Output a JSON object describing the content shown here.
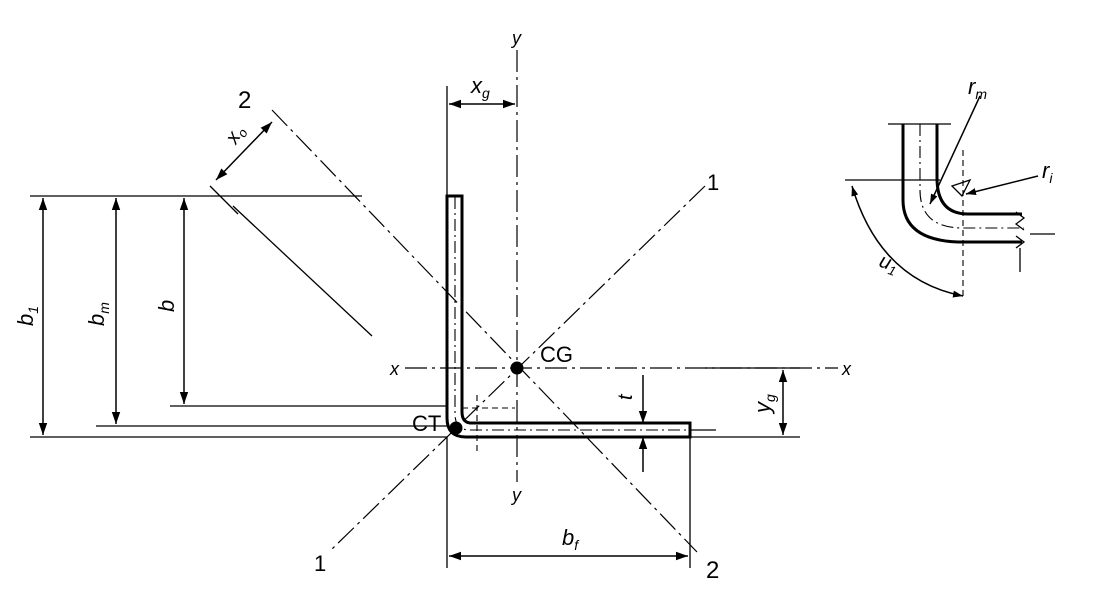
{
  "labels": {
    "axis_y_top": "y",
    "axis_y_bottom": "y",
    "axis_x_left": "x",
    "axis_x_right": "x",
    "axis_1_top": "1",
    "axis_1_bottom": "1",
    "axis_2_top": "2",
    "axis_2_bottom": "2",
    "centroid": "CG",
    "shear_center": "CT",
    "xg": {
      "main": "x",
      "sub": "g"
    },
    "xo": {
      "main": "x",
      "sub": "o"
    },
    "yg": {
      "main": "y",
      "sub": "g"
    },
    "b1": {
      "main": "b",
      "sub": "1"
    },
    "bm": {
      "main": "b",
      "sub": "m"
    },
    "b": "b",
    "t": "t",
    "bf": {
      "main": "b",
      "sub": "f"
    },
    "rm": {
      "main": "r",
      "sub": "m"
    },
    "ri": {
      "main": "r",
      "sub": "i"
    },
    "u1": {
      "main": "u",
      "sub": "1"
    }
  }
}
